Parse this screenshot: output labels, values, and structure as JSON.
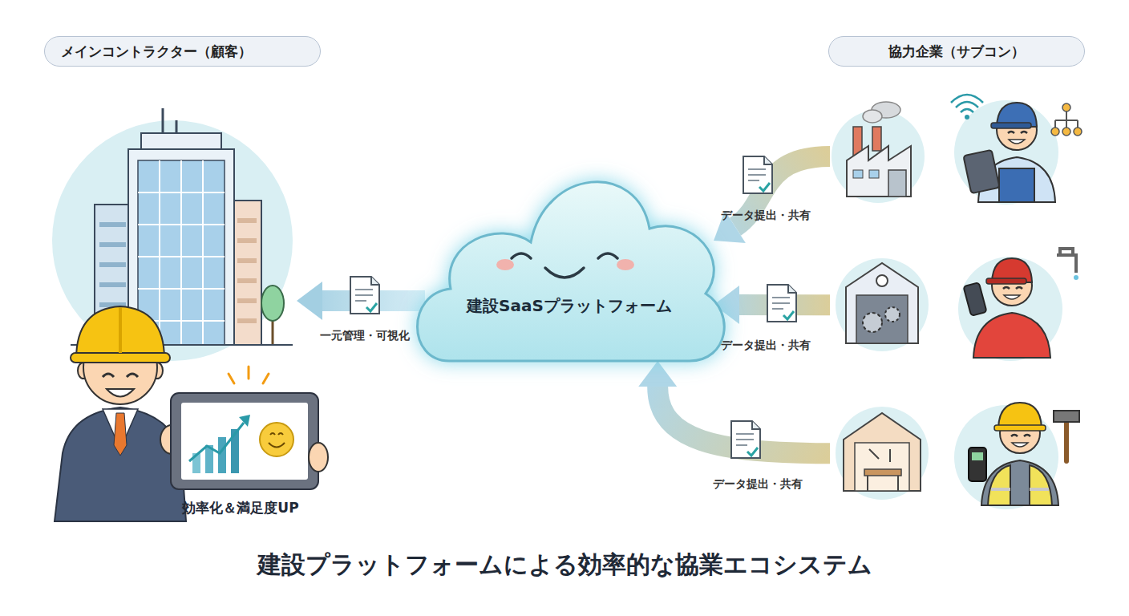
{
  "diagram": {
    "title": "建設プラットフォームによる効率的な協業エコシステム",
    "nodes": [
      {
        "text": [
          "メインコントラクター（顧客）",
          "効率化＆満足度UP"
        ]
      },
      {
        "text": [
          "建設SaaSプラットフォーム"
        ]
      },
      {
        "text": [
          "協力企業（サブコン）"
        ]
      }
    ],
    "edges": [
      {
        "from": 1,
        "to": 0,
        "arrow": "to",
        "label": "一元管理・可視化"
      },
      {
        "from": 2,
        "to": 1,
        "arrow": "to",
        "label": "データ提出・共有"
      },
      {
        "from": 2,
        "to": 1,
        "arrow": "to",
        "label": "データ提出・共有"
      },
      {
        "from": 2,
        "to": 1,
        "arrow": "to",
        "label": "データ提出・共有"
      }
    ]
  }
}
